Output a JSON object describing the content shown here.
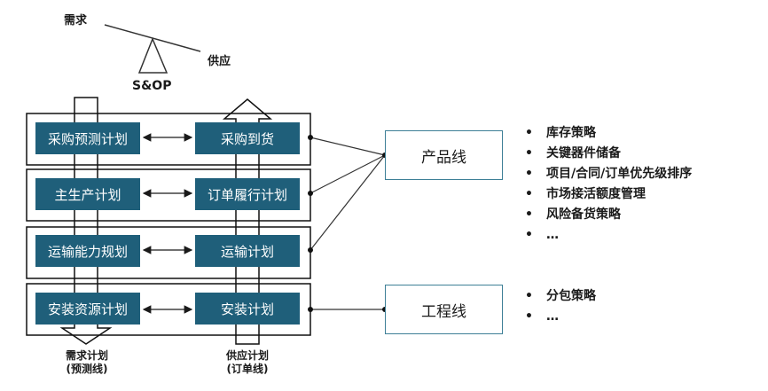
{
  "balance": {
    "demand": "需求",
    "supply": "供应",
    "sop": "S&OP"
  },
  "rows": [
    {
      "left": "采购预测计划",
      "right": "采购到货"
    },
    {
      "left": "主生产计划",
      "right": "订单履行计划"
    },
    {
      "left": "运输能力规划",
      "right": "运输计划"
    },
    {
      "left": "安装资源计划",
      "right": "安装计划"
    }
  ],
  "side_boxes": {
    "product_line": "产品线",
    "engineering_line": "工程线"
  },
  "product_bullets": [
    "库存策略",
    "关键器件储备",
    "项目/合同/订单优先级排序",
    "市场接活额度管理",
    "风险备货策略",
    "…"
  ],
  "engineering_bullets": [
    "分包策略",
    "…"
  ],
  "bottom_labels": {
    "demand_plan": "需求计划",
    "demand_line": "(预测线)",
    "supply_plan": "供应计划",
    "supply_line": "(订单线)"
  },
  "colors": {
    "box_fill": "#1f5f7a",
    "side_border": "#3d7f96"
  }
}
